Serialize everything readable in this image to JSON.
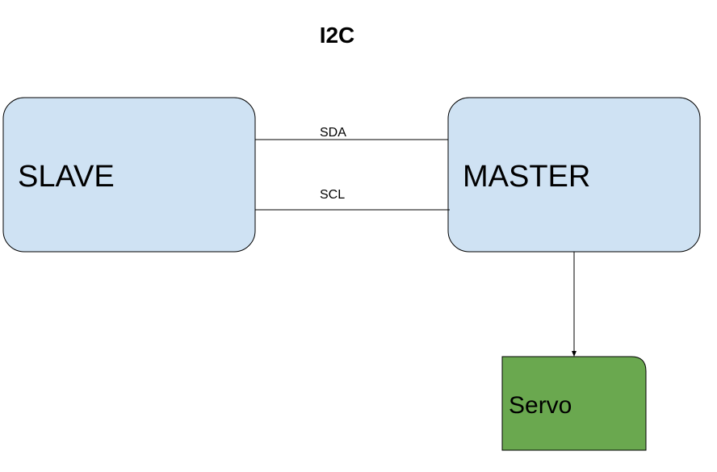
{
  "title": "I2C",
  "nodes": {
    "slave": {
      "label": "SLAVE",
      "fill": "#cfe2f3",
      "stroke": "#000000"
    },
    "master": {
      "label": "MASTER",
      "fill": "#cfe2f3",
      "stroke": "#000000"
    },
    "servo": {
      "label": "Servo",
      "fill": "#6aa84f",
      "stroke": "#000000"
    }
  },
  "edges": {
    "sda": {
      "label": "SDA",
      "from": "slave",
      "to": "master"
    },
    "scl": {
      "label": "SCL",
      "from": "slave",
      "to": "master"
    },
    "master_servo": {
      "label": "",
      "from": "master",
      "to": "servo"
    }
  }
}
